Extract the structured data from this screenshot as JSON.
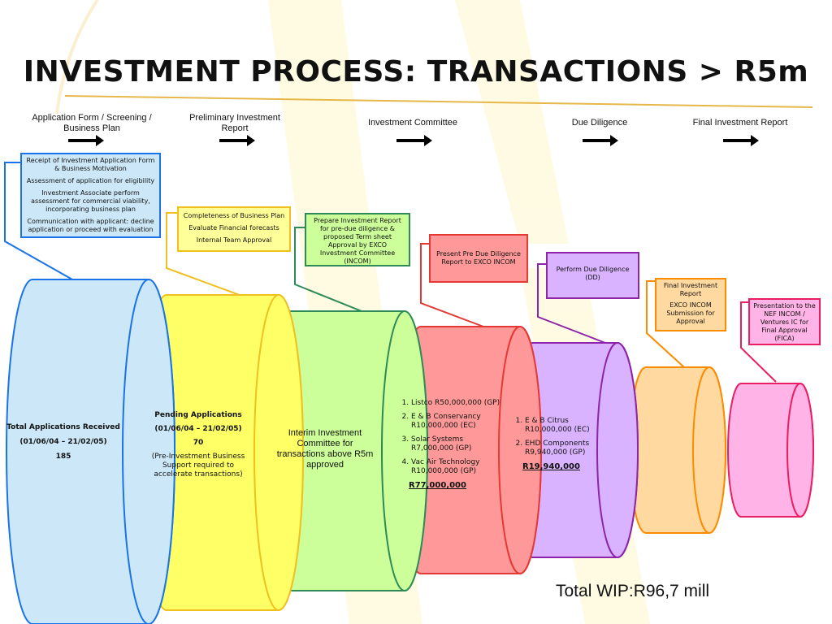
{
  "page": {
    "title": "INVESTMENT PROCESS: TRANSACTIONS > R5m",
    "total_wip": "Total WIP:R96,7 mill"
  },
  "stages": [
    {
      "label": "Application Form / Screening / Business Plan"
    },
    {
      "label": "Preliminary Investment Report"
    },
    {
      "label": "Investment Committee"
    },
    {
      "label": "Due Diligence"
    },
    {
      "label": "Final Investment Report"
    }
  ],
  "boxes": {
    "receipt": [
      "Receipt of Investment Application Form & Business Motivation",
      "Assessment of application for eligibility",
      "Investment Associate perform assessment for commercial viability, incorporating business plan",
      "Communication with applicant:  decline application or proceed with evaluation"
    ],
    "completeness": [
      "Completeness of Business Plan",
      "Evaluate Financial forecasts",
      "Internal Team Approval"
    ],
    "prepare": [
      "Prepare Investment Report for pre-due diligence & proposed Term sheet Approval by EXCO Investment Committee (INCOM)"
    ],
    "present": [
      "Present Pre Due Diligence Report to  EXCO INCOM"
    ],
    "perform": [
      "Perform Due Diligence (DD)"
    ],
    "final": [
      "Final Investment Report",
      "EXCO INCOM Submission for Approval"
    ],
    "presentation": [
      "Presentation to the NEF INCOM / Ventures IC for Final Approval (FICA)"
    ]
  },
  "cylinders": {
    "received": {
      "title": "Total Applications Received",
      "period": "(01/06/04 – 21/02/05)",
      "count": "185"
    },
    "pending": {
      "title": "Pending Applications",
      "period": "(01/06/04 – 21/02/05)",
      "count": "70",
      "note": "(Pre-Investment Business Support required to accelerate transactions)"
    },
    "interim": {
      "text": "Interim Investment Committee for transactions above R5m approved"
    },
    "red": {
      "items": [
        "Listco R50,000,000  (GP)",
        "E & B Conservancy R10,000,000 (EC)",
        "Solar Systems R7,000,000  (GP)",
        "Vac Air Technology R10,000,000  (GP)"
      ],
      "total": "R77,000,000"
    },
    "purple": {
      "items": [
        "E & B Citrus R10,000,000 (EC)",
        "EHD Components R9,940,000  (GP)"
      ],
      "total": "R19,940,000"
    }
  },
  "colors": {
    "blue": "#cce8f8",
    "yellow": "#ffff66",
    "green": "#ccff99",
    "red": "#ff9999",
    "purple": "#d9b3ff",
    "orange": "#ffd9a0",
    "pink": "#ffb3e6"
  }
}
